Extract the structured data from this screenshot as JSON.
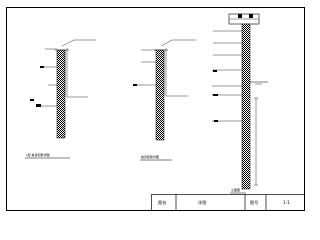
{
  "title_block": {
    "cell_1": "图名",
    "cell_2": "详图",
    "cell_3": "图号",
    "cell_4": "1-1"
  },
  "captions": {
    "left": "L型 桩身配筋详图",
    "middle": "桩身配筋详图",
    "right": "立面图"
  },
  "colors": {
    "line": "#000000",
    "paper": "#ffffff"
  }
}
